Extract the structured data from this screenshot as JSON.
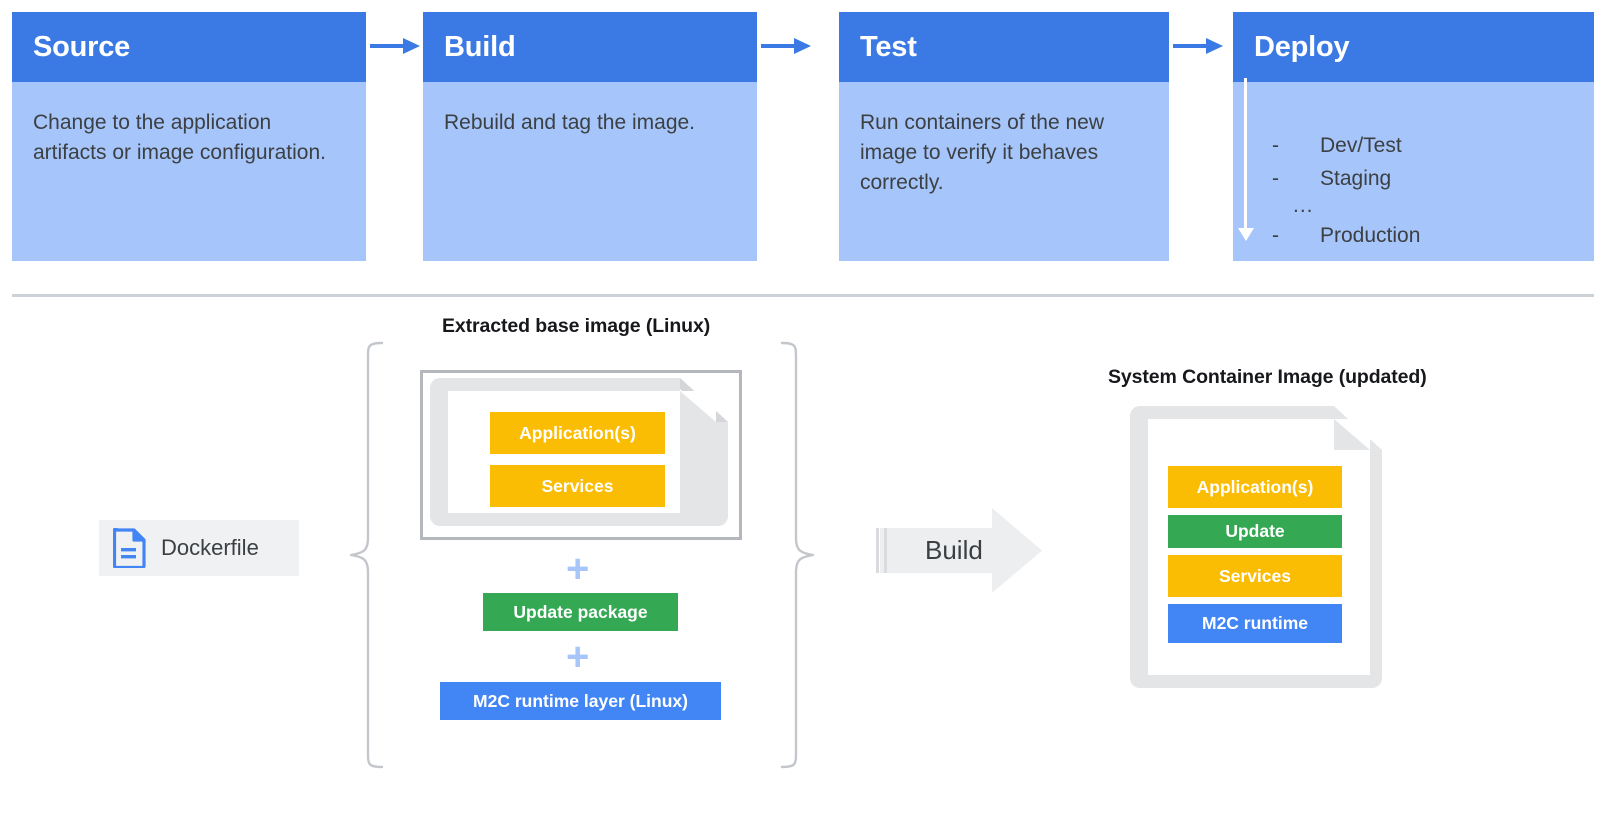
{
  "pipeline": {
    "stages": [
      {
        "title": "Source",
        "description": "Change to the application artifacts or image configuration."
      },
      {
        "title": "Build",
        "description": "Rebuild and tag the image."
      },
      {
        "title": "Test",
        "description": "Run containers of the new image to verify it behaves correctly."
      },
      {
        "title": "Deploy",
        "description": ""
      }
    ],
    "deploy_environments": [
      {
        "dash": "-",
        "label": "Dev/Test"
      },
      {
        "dash": "-",
        "label": "Staging"
      },
      {
        "dash": "-",
        "label": "Production"
      }
    ],
    "deploy_ellipsis": "...",
    "arrow_icon": "arrow-right-icon",
    "deploy_flow_icon": "arrow-down-icon"
  },
  "build_flow": {
    "left_title": "Extracted base image (Linux)",
    "right_title": "System Container Image (updated)",
    "dockerfile": {
      "label": "Dockerfile",
      "icon": "document-icon"
    },
    "build_arrow": {
      "label": "Build",
      "icon": "arrow-right-block-icon"
    },
    "plus_symbol": "+",
    "base_image_layers": [
      {
        "label": "Application(s)",
        "color": "#FBBC04"
      },
      {
        "label": "Services",
        "color": "#FBBC04"
      }
    ],
    "added_layers": [
      {
        "label": "Update package",
        "color": "#34A853"
      },
      {
        "label": "M2C runtime layer (Linux)",
        "color": "#4285F4"
      }
    ],
    "result_layers": [
      {
        "label": "Application(s)",
        "color": "#FBBC04"
      },
      {
        "label": "Update",
        "color": "#34A853"
      },
      {
        "label": "Services",
        "color": "#FBBC04"
      },
      {
        "label": "M2C runtime",
        "color": "#4285F4"
      }
    ]
  },
  "colors": {
    "header_blue": "#3b7ae4",
    "body_blue": "#a6c5fa",
    "orange": "#FBBC04",
    "green": "#34A853",
    "blue": "#4285F4",
    "gray_line": "#cdd2d8",
    "doc_gray": "#e4e5e7"
  }
}
